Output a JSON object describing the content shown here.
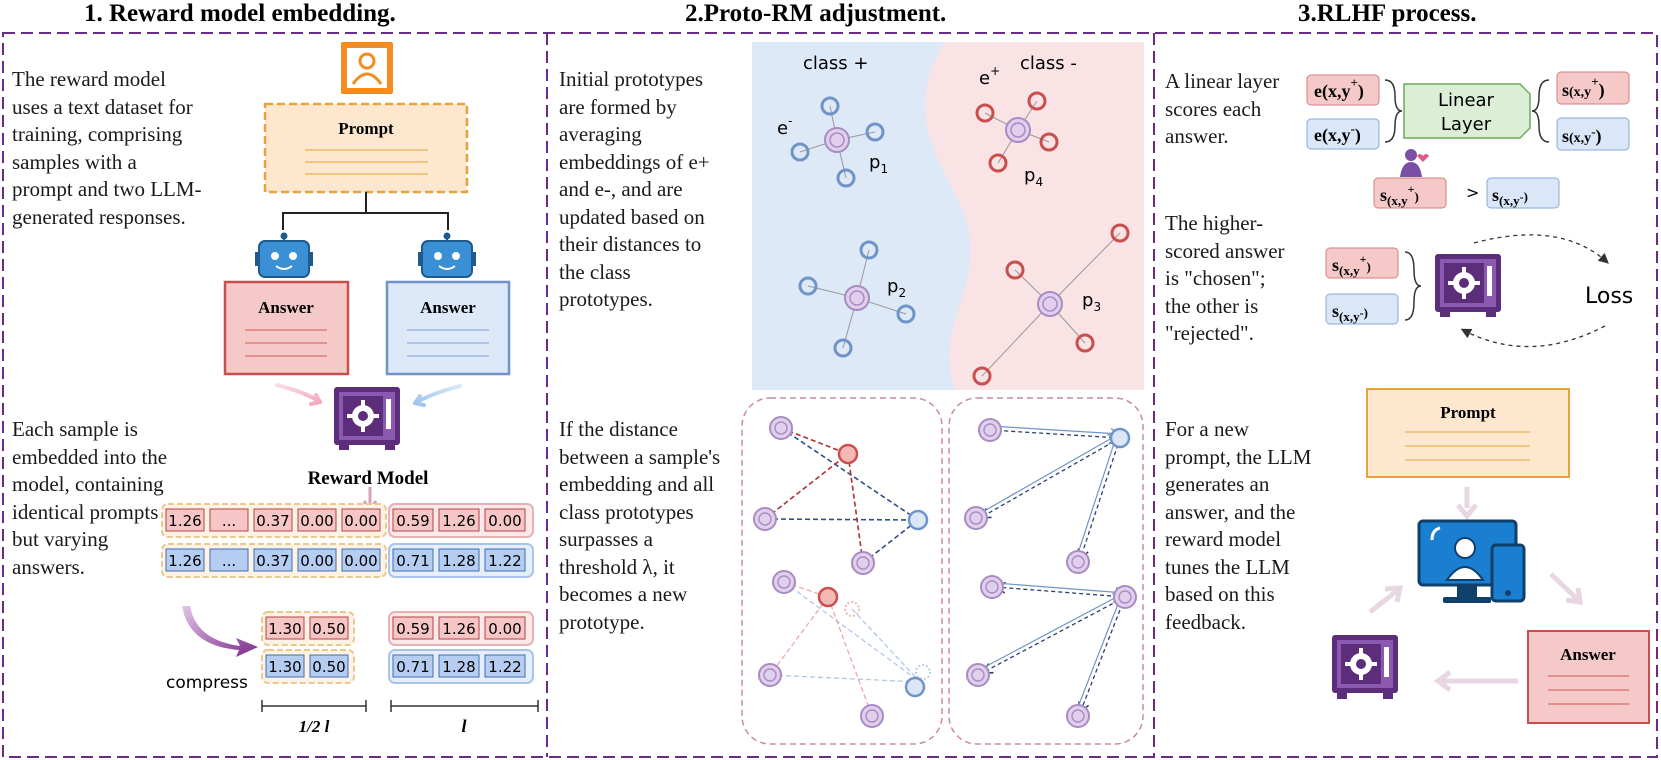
{
  "colors": {
    "accent_purple": "#5c2d7a",
    "pos_red": "#c94f4f",
    "neg_blue": "#6f94c8",
    "prompt_orange": "#f0b25a",
    "proto_purple": "#b27cc4"
  },
  "headers": {
    "h1": "1. Reward model embedding.",
    "h2": "2.Proto-RM adjustment.",
    "h3": "3.RLHF process."
  },
  "panel1": {
    "text1": "The reward model uses a text dataset for training, comprising samples with a prompt and two LLM-generated responses.",
    "text2": "Each sample is embedded into the model, containing identical prompts but varying answers.",
    "prompt_label": "Prompt",
    "answer_pos_label": "Answer",
    "answer_neg_label": "Answer",
    "reward_model_label": "Reward Model",
    "row1_prompt": [
      "1.26",
      "...",
      "0.37",
      "0.00",
      "0.00"
    ],
    "row1_answer": [
      "0.59",
      "1.26",
      "0.00"
    ],
    "row2_prompt": [
      "1.26",
      "...",
      "0.37",
      "0.00",
      "0.00"
    ],
    "row2_answer": [
      "0.71",
      "1.28",
      "1.22"
    ],
    "row3_prompt": [
      "1.30",
      "0.50"
    ],
    "row3_answer": [
      "0.59",
      "1.26",
      "0.00"
    ],
    "row4_prompt": [
      "1.30",
      "0.50"
    ],
    "row4_answer": [
      "0.71",
      "1.28",
      "1.22"
    ],
    "compress_label": "compress",
    "half_l_label": "1/2 l",
    "l_label": "l",
    "icons": [
      "user-icon",
      "robot-icon",
      "robot-icon",
      "reward-model-icon",
      "compress-arrow-icon"
    ]
  },
  "panel2": {
    "text1": "Initial prototypes are formed by averaging embeddings of e+ and e-, and are updated based on their distances to the class prototypes.",
    "text2": "If the distance between a sample's embedding and all class prototypes surpasses a threshold λ, it becomes a new prototype.",
    "class_pos": "class +",
    "class_neg": "class -",
    "e_neg_base": "e",
    "e_neg_sup": "-",
    "e_pos_base": "e",
    "e_pos_sup": "+",
    "p1_base": "p",
    "p1_sub": "1",
    "p2_base": "p",
    "p2_sub": "2",
    "p3_base": "p",
    "p3_sub": "3",
    "p4_base": "p",
    "p4_sub": "4"
  },
  "panel3": {
    "text1": "A linear layer scores each answer.",
    "text2": "The higher-scored answer is \"chosen\"; the other is \"rejected\".",
    "text3": "For a new prompt, the LLM generates an answer, and the reward model tunes the LLM based on this feedback.",
    "e_pos_label": "e(x,y",
    "e_pos_sup": "+",
    "e_pos_close": ")",
    "e_neg_label": "e(x,y",
    "e_neg_sup": "-",
    "e_neg_close": ")",
    "linear_line1": "Linear",
    "linear_line2": "Layer",
    "s_base": "s",
    "s_pos_sub": "(x,y",
    "s_pos_sup": "+",
    "s_close": ")",
    "s_neg_sub": "(x,y",
    "s_neg_sup": "-",
    "gt": ">",
    "loss_label": "Loss",
    "prompt_label": "Prompt",
    "answer_label": "Answer",
    "icons": [
      "person-icon",
      "reward-model-icon",
      "llm-computer-icon",
      "reward-model-icon"
    ]
  }
}
